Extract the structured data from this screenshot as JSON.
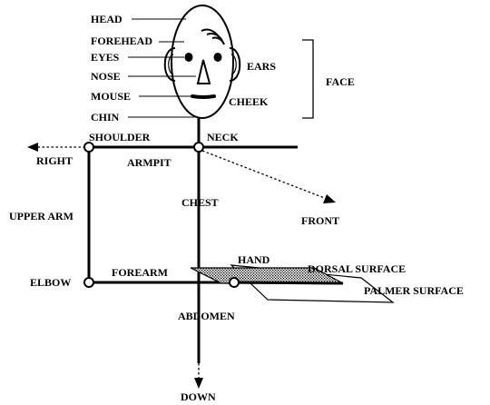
{
  "labels": {
    "head": "HEAD",
    "forehead": "FOREHEAD",
    "eyes": "EYES",
    "nose": "NOSE",
    "mouse": "MOUSE",
    "chin": "CHIN",
    "ears": "EARS",
    "cheek": "CHEEK",
    "face": "FACE",
    "shoulder": "SHOULDER",
    "neck": "NECK",
    "right": "RIGHT",
    "armpit": "ARMPIT",
    "chest": "CHEST",
    "front": "FRONT",
    "upper_arm": "UPPER ARM",
    "hand": "HAND",
    "dorsal_surface": "DORSAL SURFACE",
    "palmer_surface": "PALMER SURFACE",
    "elbow": "ELBOW",
    "forearm": "FOREARM",
    "abdomen": "ABDOMEN",
    "down": "DOWN"
  }
}
